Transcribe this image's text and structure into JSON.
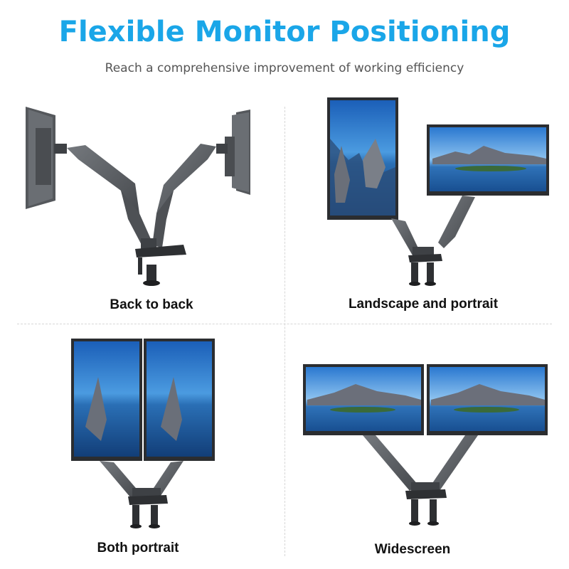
{
  "header": {
    "title": "Flexible Monitor Positioning",
    "subtitle": "Reach a comprehensive improvement of working efficiency"
  },
  "configurations": [
    {
      "label": "Back to back"
    },
    {
      "label": "Landscape and portrait"
    },
    {
      "label": "Both portrait"
    },
    {
      "label": "Widescreen"
    }
  ],
  "colors": {
    "title": "#1aa6e8",
    "subtitle": "#555555",
    "caption": "#111111",
    "arm": "#5a5d61",
    "bezel": "#2b2d30",
    "sky": "#2f7fd1",
    "water": "#1d5fa8",
    "mountain": "#6b6f7a"
  }
}
